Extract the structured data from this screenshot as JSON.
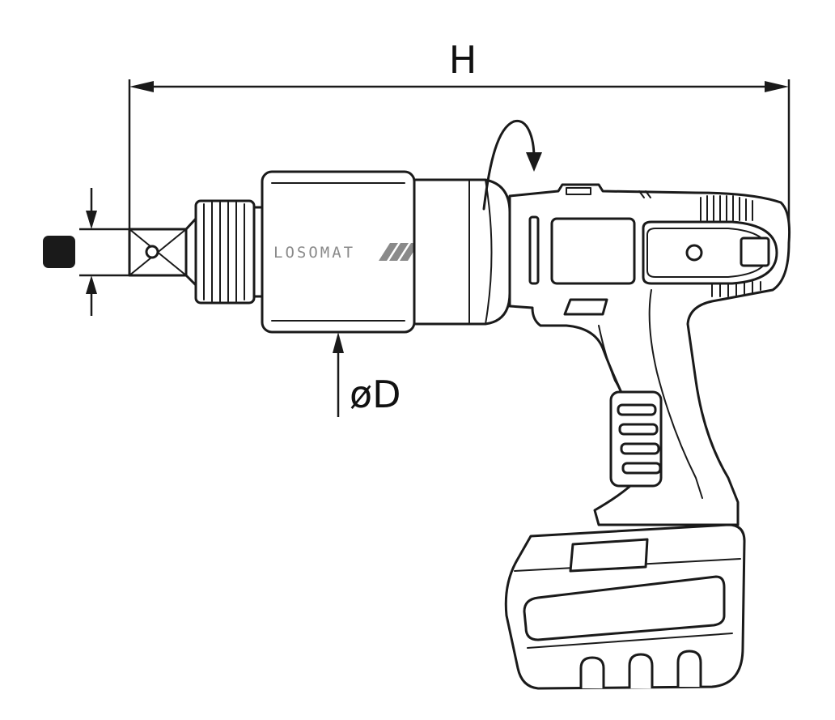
{
  "dimensions": {
    "overall_length_label": "H",
    "diameter_label": "øD"
  },
  "brand": {
    "logo_text": "LOSOMAT"
  },
  "colors": {
    "line": "#1a1a1a",
    "logo": "#8a8a8a",
    "background": "#ffffff"
  }
}
